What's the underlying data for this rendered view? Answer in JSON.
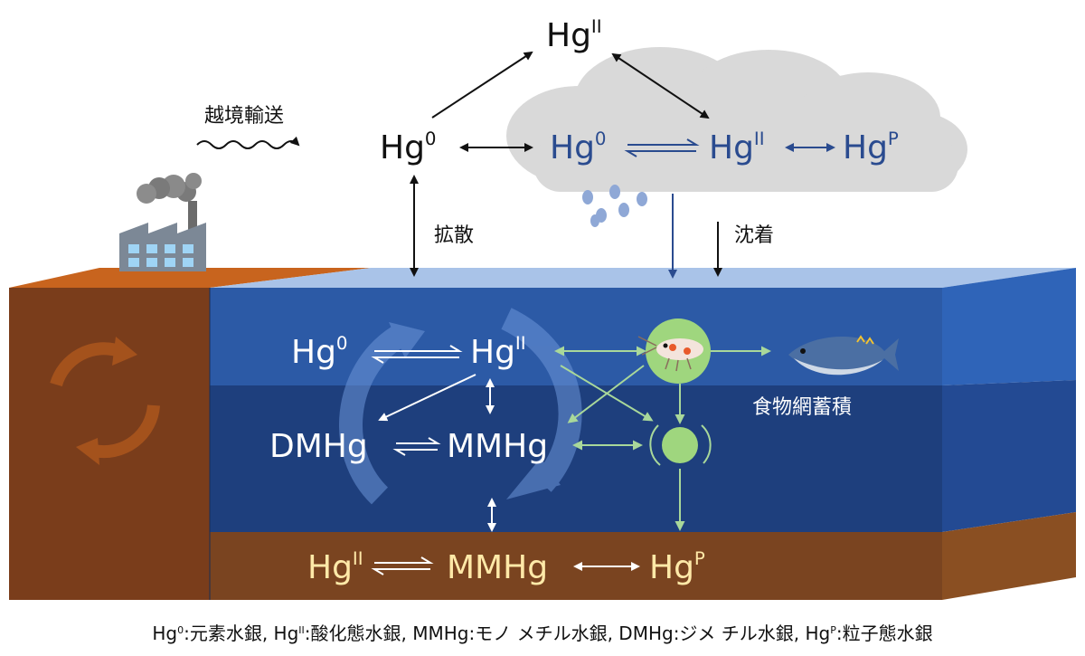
{
  "colors": {
    "land": "#7a3d1b",
    "land_top": "#c8641e",
    "water_upper": "#2c5aa6",
    "water_lower": "#1e3f7d",
    "water_surface": "#a9c3e8",
    "sediment": "#7a4420",
    "cloud": "#d9d9d9",
    "atmos_text": "#111111",
    "cloud_text": "#2a4b8f",
    "sediment_text": "#ffe9a8",
    "food_arrow": "#a9d89a",
    "plankton": "#9fd67e"
  },
  "atmosphere": {
    "hg_top": {
      "base": "Hg",
      "sup": "II"
    },
    "hg0": {
      "base": "Hg",
      "sup": "0"
    },
    "transport_label": "越境輸送"
  },
  "cloud": {
    "hg0": {
      "base": "Hg",
      "sup": "0"
    },
    "hg2": {
      "base": "Hg",
      "sup": "II"
    },
    "hgp": {
      "base": "Hg",
      "sup": "P"
    }
  },
  "exchange": {
    "diffusion_label": "拡散",
    "deposition_label": "沈着"
  },
  "water": {
    "hg0": {
      "base": "Hg",
      "sup": "0"
    },
    "hg2": {
      "base": "Hg",
      "sup": "II"
    },
    "dmhg": "DMHg",
    "mmhg": "MMHg",
    "foodweb_label": "食物網蓄積"
  },
  "sediment": {
    "hg2": {
      "base": "Hg",
      "sup": "II"
    },
    "mmhg": "MMHg",
    "hgp": {
      "base": "Hg",
      "sup": "P"
    }
  },
  "caption": {
    "hg0_sym": {
      "base": "Hg",
      "sup": "0"
    },
    "hg0_desc": ":元素水銀, ",
    "hg2_sym": {
      "base": "Hg",
      "sup": "II"
    },
    "hg2_desc": ":酸化態水銀, ",
    "mmhg_desc": "MMHg:モノ メチル水銀, ",
    "dmhg_desc": "DMHg:ジメ チル水銀, ",
    "hgp_sym": {
      "base": "Hg",
      "sup": "P"
    },
    "hgp_desc": ":粒子態水銀"
  }
}
